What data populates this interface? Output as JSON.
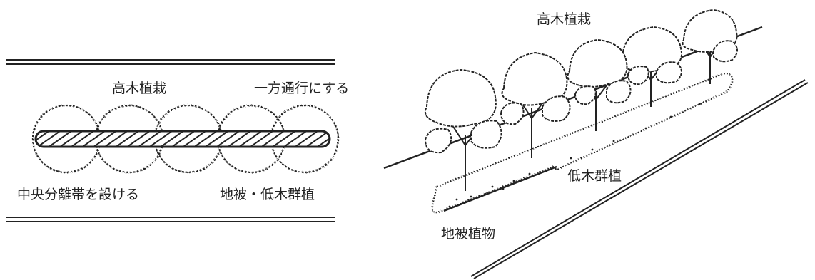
{
  "plan_view": {
    "label_tall_trees": "高木植栽",
    "label_one_way": "一方通行にする",
    "label_median": "中央分離帯を設ける",
    "label_ground_shrub": "地被・低木群植"
  },
  "perspective_view": {
    "label_tall_trees": "高木植栽",
    "label_shrubs": "低木群植",
    "label_groundcover": "地被植物"
  },
  "colors": {
    "ink": "#222222",
    "background": "#ffffff"
  }
}
